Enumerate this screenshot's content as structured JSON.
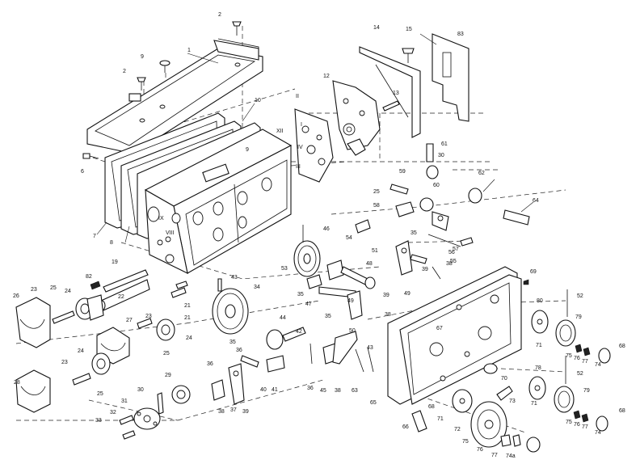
{
  "diagram": {
    "callouts": [
      {
        "text": "1"
      },
      {
        "text": "2"
      },
      {
        "text": "2"
      },
      {
        "text": "6"
      },
      {
        "text": "7"
      },
      {
        "text": "8"
      },
      {
        "text": "9"
      },
      {
        "text": "9"
      },
      {
        "text": "10"
      },
      {
        "text": "II"
      },
      {
        "text": "12"
      },
      {
        "text": "13"
      },
      {
        "text": "14"
      },
      {
        "text": "15"
      },
      {
        "text": "83"
      },
      {
        "text": "III"
      },
      {
        "text": "IV"
      },
      {
        "text": "VIII"
      },
      {
        "text": "XII"
      },
      {
        "text": "IX"
      },
      {
        "text": "I"
      },
      {
        "text": "19"
      },
      {
        "text": "82"
      },
      {
        "text": "22"
      },
      {
        "text": "23"
      },
      {
        "text": "25"
      },
      {
        "text": "24"
      },
      {
        "text": "26"
      },
      {
        "text": "27"
      },
      {
        "text": "23"
      },
      {
        "text": "24"
      },
      {
        "text": "25"
      },
      {
        "text": "23"
      },
      {
        "text": "24"
      },
      {
        "text": "25"
      },
      {
        "text": "28"
      },
      {
        "text": "29"
      },
      {
        "text": "30"
      },
      {
        "text": "31"
      },
      {
        "text": "32"
      },
      {
        "text": "33"
      },
      {
        "text": "21"
      },
      {
        "text": "21"
      },
      {
        "text": "43"
      },
      {
        "text": "34"
      },
      {
        "text": "35"
      },
      {
        "text": "36"
      },
      {
        "text": "35"
      },
      {
        "text": "36"
      },
      {
        "text": "37"
      },
      {
        "text": "38"
      },
      {
        "text": "39"
      },
      {
        "text": "40"
      },
      {
        "text": "41"
      },
      {
        "text": "44"
      },
      {
        "text": "42"
      },
      {
        "text": "36"
      },
      {
        "text": "45"
      },
      {
        "text": "38"
      },
      {
        "text": "63"
      },
      {
        "text": "43"
      },
      {
        "text": "46"
      },
      {
        "text": "53"
      },
      {
        "text": "54"
      },
      {
        "text": "35"
      },
      {
        "text": "51"
      },
      {
        "text": "48"
      },
      {
        "text": "35"
      },
      {
        "text": "47"
      },
      {
        "text": "49"
      },
      {
        "text": "39"
      },
      {
        "text": "38"
      },
      {
        "text": "50"
      },
      {
        "text": "55"
      },
      {
        "text": "57"
      },
      {
        "text": "39"
      },
      {
        "text": "38"
      },
      {
        "text": "49"
      },
      {
        "text": "56"
      },
      {
        "text": "58"
      },
      {
        "text": "25"
      },
      {
        "text": "59"
      },
      {
        "text": "60"
      },
      {
        "text": "30"
      },
      {
        "text": "61"
      },
      {
        "text": "62"
      },
      {
        "text": "64"
      },
      {
        "text": "65"
      },
      {
        "text": "66"
      },
      {
        "text": "67"
      },
      {
        "text": "68"
      },
      {
        "text": "69"
      },
      {
        "text": "70"
      },
      {
        "text": "71"
      },
      {
        "text": "72"
      },
      {
        "text": "73"
      },
      {
        "text": "75"
      },
      {
        "text": "76"
      },
      {
        "text": "77"
      },
      {
        "text": "74a"
      },
      {
        "text": "52"
      },
      {
        "text": "80"
      },
      {
        "text": "79"
      },
      {
        "text": "71"
      },
      {
        "text": "75"
      },
      {
        "text": "76"
      },
      {
        "text": "77"
      },
      {
        "text": "74"
      },
      {
        "text": "68"
      },
      {
        "text": "52"
      },
      {
        "text": "78"
      },
      {
        "text": "79"
      },
      {
        "text": "71"
      },
      {
        "text": "75"
      },
      {
        "text": "76"
      },
      {
        "text": "77"
      },
      {
        "text": "74"
      },
      {
        "text": "68"
      }
    ]
  }
}
